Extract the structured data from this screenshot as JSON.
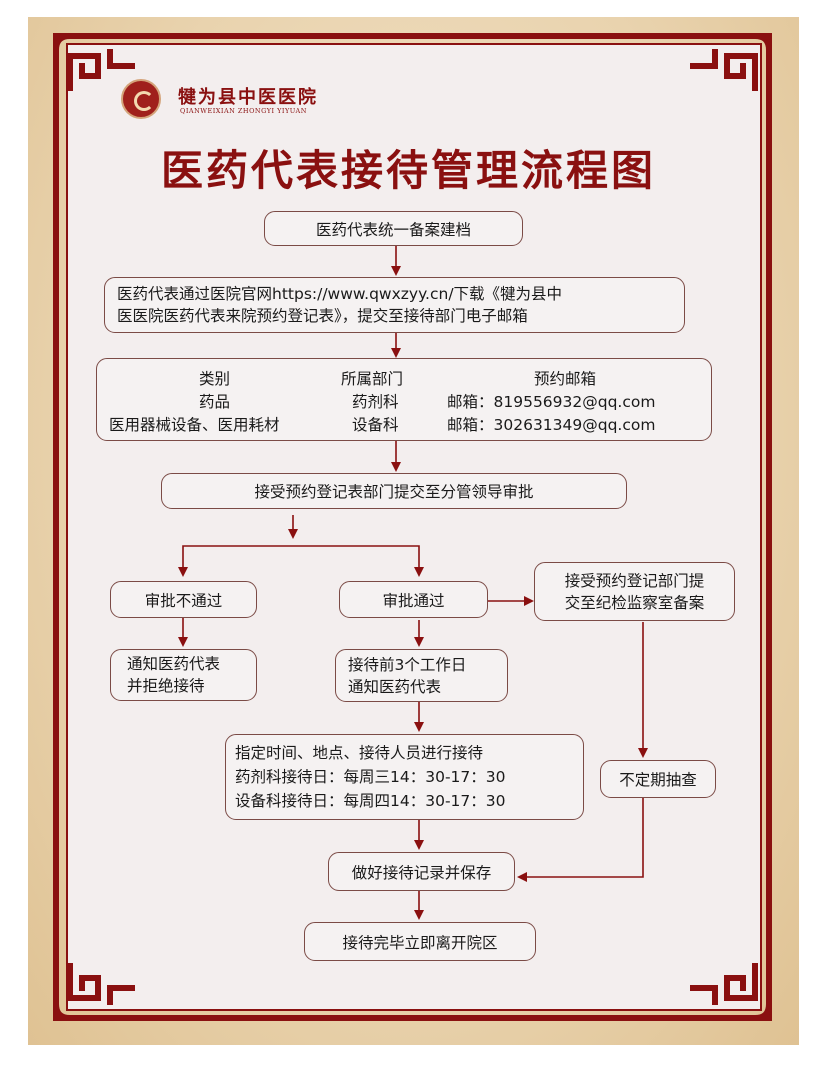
{
  "header": {
    "hospital_name": "犍为县中医医院",
    "hospital_name_en": "QIANWEIXIAN ZHONGYI YIYUAN",
    "title": "医药代表接待管理流程图"
  },
  "flow": {
    "step1": "医药代表统一备案建档",
    "step2_lines": [
      "医药代表通过医院官网https://www.qwxzyy.cn/下载《犍为县中",
      "医医院医药代表来院预约登记表》，提交至接待部门电子邮箱"
    ],
    "table": {
      "headers": [
        "类别",
        "所属部门",
        "预约邮箱"
      ],
      "rows": [
        [
          "药品",
          "药剂科",
          "邮箱：819556932@qq.com"
        ],
        [
          "医用器械设备、医用耗材",
          "设备科",
          "邮箱：302631349@qq.com"
        ]
      ]
    },
    "step4": "接受预约登记表部门提交至分管领导审批",
    "reject": "审批不通过",
    "reject_notice_lines": [
      "通知医药代表",
      "并拒绝接待"
    ],
    "approve": "审批通过",
    "record_filing_lines": [
      "接受预约登记部门提",
      "交至纪检监察室备案"
    ],
    "notify_lines": [
      "接待前3个工作日",
      "通知医药代表"
    ],
    "schedule_lines": [
      "指定时间、地点、接待人员进行接待",
      "药剂科接待日：每周三14：30-17：30",
      "设备科接待日：每周四14：30-17：30"
    ],
    "spot_check": "不定期抽查",
    "record": "做好接待记录并保存",
    "leave": "接待完毕立即离开院区"
  },
  "colors": {
    "frame": "#8a1010",
    "title": "#8a1010",
    "arrow": "#8a1010",
    "box_border": "#7b4b46",
    "background": "#e9d3ae"
  }
}
